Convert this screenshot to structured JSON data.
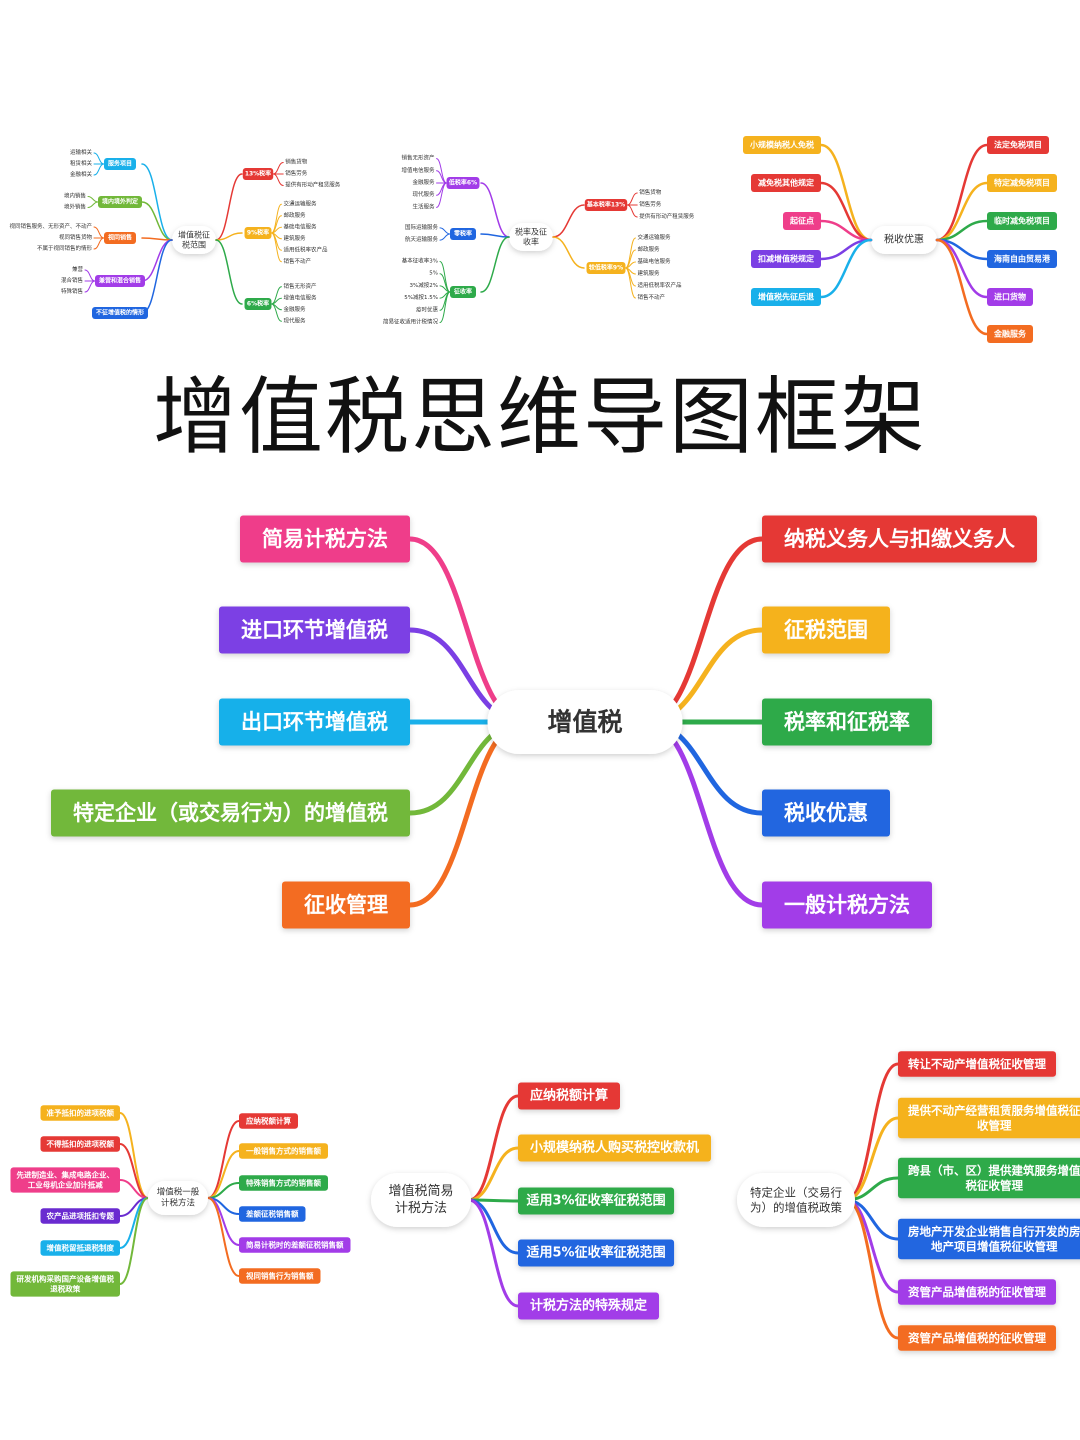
{
  "title": "增值税思维导图框架",
  "colors": {
    "pink": "#ef3e8a",
    "purple": "#7b3fe4",
    "cyan": "#19b0ea",
    "lime": "#72b83a",
    "orange": "#f36c21",
    "red": "#e53935",
    "yellow": "#f5b21e",
    "green": "#2eaa4a",
    "blue": "#2066e0",
    "violet": "#a23ce8",
    "darkviolet": "#6a2bd0"
  },
  "mini1": {
    "center": [
      "增值税征",
      "税范围"
    ],
    "left": [
      {
        "label": "服务项目",
        "color": "#19b0ea",
        "leaves": [
          "运输相关",
          "租赁相关",
          "金融相关"
        ]
      },
      {
        "label": "境内境外判定",
        "color": "#72b83a",
        "leaves": [
          "境内销售",
          "境外销售"
        ]
      },
      {
        "label": "视同销售",
        "color": "#f36c21",
        "leaves": [
          "视同销售服务、无形资产、不动产",
          "视同销售货物",
          "不属于视同销售的情形"
        ]
      },
      {
        "label": "兼营和混合销售",
        "color": "#a23ce8",
        "leaves": [
          "兼营",
          "混合销售",
          "特殊销售"
        ]
      },
      {
        "label": "不征增值税的情形",
        "color": "#2066e0",
        "leaves": []
      }
    ],
    "right": [
      {
        "label": "13%税率",
        "color": "#e53935",
        "leaves": [
          "销售货物",
          "销售劳务",
          "提供有形动产租赁服务"
        ]
      },
      {
        "label": "9%税率",
        "color": "#f5b21e",
        "leaves": [
          "交通运输服务",
          "邮政服务",
          "基础电信服务",
          "建筑服务",
          "适用低税率农产品",
          "销售不动产"
        ]
      },
      {
        "label": "6%税率",
        "color": "#2eaa4a",
        "leaves": [
          "销售无形资产",
          "增值电信服务",
          "金融服务",
          "现代服务"
        ]
      }
    ]
  },
  "mini2": {
    "center": [
      "税率及征",
      "收率"
    ],
    "left": [
      {
        "label": "低税率6%",
        "color": "#a23ce8",
        "leaves": [
          "销售无形资产",
          "增值电信服务",
          "金融服务",
          "现代服务",
          "生活服务"
        ]
      },
      {
        "label": "零税率",
        "color": "#2066e0",
        "leaves": [
          "国际运输服务",
          "航天运输服务"
        ]
      },
      {
        "label": "征收率",
        "color": "#2eaa4a",
        "leaves": [
          "基本征收率3%",
          "5%",
          "3%减按2%",
          "5%减按1.5%",
          "疫时优惠",
          "简易征收适用计税情况"
        ]
      }
    ],
    "right": [
      {
        "label": "基本税率13%",
        "color": "#e53935",
        "leaves": [
          "销售货物",
          "销售劳务",
          "提供有形动产租赁服务"
        ]
      },
      {
        "label": "较低税率9%",
        "color": "#f5b21e",
        "leaves": [
          "交通运输服务",
          "邮政服务",
          "基础电信服务",
          "建筑服务",
          "适用低税率农产品",
          "销售不动产"
        ]
      }
    ]
  },
  "mini3": {
    "center": "税收优惠",
    "left": [
      {
        "label": "小规模纳税人免税",
        "color": "#f5b21e"
      },
      {
        "label": "减免税其他规定",
        "color": "#e53935"
      },
      {
        "label": "起征点",
        "color": "#ef3e8a"
      },
      {
        "label": "扣减增值税规定",
        "color": "#7b3fe4"
      },
      {
        "label": "增值税先征后退",
        "color": "#19b0ea"
      }
    ],
    "right": [
      {
        "label": "法定免税项目",
        "color": "#e53935"
      },
      {
        "label": "特定减免税项目",
        "color": "#f5b21e"
      },
      {
        "label": "临时减免税项目",
        "color": "#2eaa4a"
      },
      {
        "label": "海南自由贸易港",
        "color": "#2066e0"
      },
      {
        "label": "进口货物",
        "color": "#a23ce8"
      },
      {
        "label": "金融服务",
        "color": "#f36c21"
      }
    ]
  },
  "main": {
    "center": "增值税",
    "left": [
      {
        "label": "简易计税方法",
        "color": "#ef3e8a"
      },
      {
        "label": "进口环节增值税",
        "color": "#7b3fe4"
      },
      {
        "label": "出口环节增值税",
        "color": "#19b0ea"
      },
      {
        "label": "特定企业（或交易行为）的增值税",
        "color": "#72b83a"
      },
      {
        "label": "征收管理",
        "color": "#f36c21"
      }
    ],
    "right": [
      {
        "label": "纳税义务人与扣缴义务人",
        "color": "#e53935"
      },
      {
        "label": "征税范围",
        "color": "#f5b21e"
      },
      {
        "label": "税率和征税率",
        "color": "#2eaa4a"
      },
      {
        "label": "税收优惠",
        "color": "#2066e0"
      },
      {
        "label": "一般计税方法",
        "color": "#a23ce8"
      }
    ]
  },
  "mini4": {
    "center": [
      "增值税一般",
      "计税方法"
    ],
    "left": [
      {
        "label": "准予抵扣的进项税额",
        "color": "#f5b21e"
      },
      {
        "label": "不得抵扣的进项税额",
        "color": "#e53935"
      },
      {
        "label": "先进制造业、集成电路企业、工业母机企业加计抵减",
        "color": "#ef3e8a"
      },
      {
        "label": "农产品进项抵扣专题",
        "color": "#6a2bd0"
      },
      {
        "label": "增值税留抵退税制度",
        "color": "#19b0ea"
      },
      {
        "label": "研发机构采购国产设备增值税退税政策",
        "color": "#72b83a"
      }
    ],
    "right": [
      {
        "label": "应纳税额计算",
        "color": "#e53935"
      },
      {
        "label": "一般销售方式的销售额",
        "color": "#f5b21e"
      },
      {
        "label": "特殊销售方式的销售额",
        "color": "#2eaa4a"
      },
      {
        "label": "差额征税销售额",
        "color": "#2066e0"
      },
      {
        "label": "简易计税时的差额征税销售额",
        "color": "#a23ce8"
      },
      {
        "label": "视同销售行为销售额",
        "color": "#f36c21"
      }
    ]
  },
  "mini5": {
    "center": [
      "增值税简易",
      "计税方法"
    ],
    "right": [
      {
        "label": "应纳税额计算",
        "color": "#e53935"
      },
      {
        "label": "小规模纳税人购买税控收款机",
        "color": "#f5b21e"
      },
      {
        "label": "适用3%征收率征税范围",
        "color": "#2eaa4a"
      },
      {
        "label": "适用5%征收率征税范围",
        "color": "#2066e0"
      },
      {
        "label": "计税方法的特殊规定",
        "color": "#a23ce8"
      }
    ]
  },
  "mini6": {
    "center": [
      "特定企业（交易行",
      "为）的增值税政策"
    ],
    "right": [
      {
        "label": "转让不动产增值税征收管理",
        "color": "#e53935"
      },
      {
        "label": "提供不动产经营租赁服务增值税征收管理",
        "color": "#f5b21e"
      },
      {
        "label": "跨县（市、区）提供建筑服务增值税征收管理",
        "color": "#2eaa4a"
      },
      {
        "label": "房地产开发企业销售自行开发的房地产项目增值税征收管理",
        "color": "#2066e0"
      },
      {
        "label": "资管产品增值税的征收管理",
        "color": "#a23ce8"
      },
      {
        "label": "资管产品增值税的征收管理",
        "color": "#f36c21"
      }
    ]
  }
}
